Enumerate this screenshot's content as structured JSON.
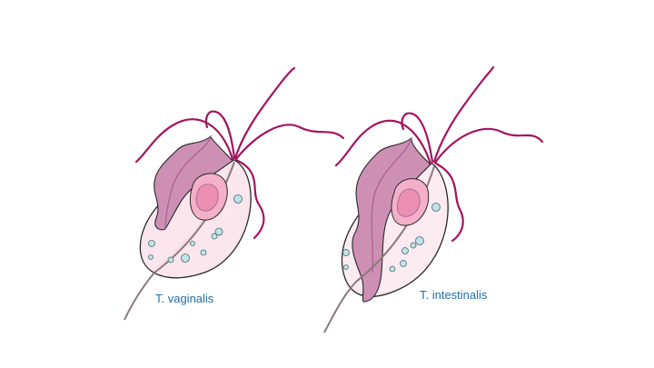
{
  "figure": {
    "organisms": [
      {
        "id": "left",
        "label": "T. vaginalis"
      },
      {
        "id": "right",
        "label": "T. intestinalis"
      }
    ]
  },
  "colors": {
    "flagella": "#a3145e",
    "body_fill": "#fbe6ee",
    "body_stroke": "#2a2a2a",
    "membrane_fill": "#cd8fb3",
    "membrane_dark": "#a56091",
    "nucleus_fill": "#f3b0c8",
    "nucleolus_fill": "#ea8fb1",
    "vacuole_fill": "#bfe3e6",
    "axostyle": "#8a7a7a",
    "label_text": "#1f6fae"
  }
}
